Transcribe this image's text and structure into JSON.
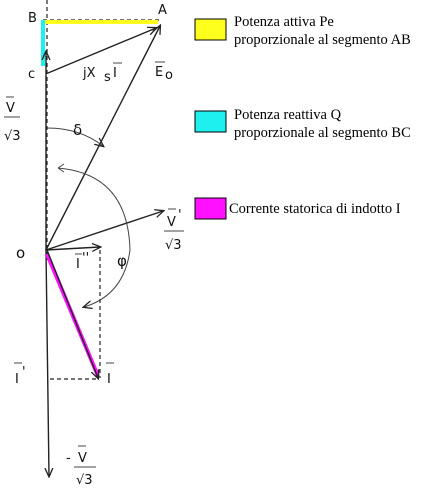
{
  "diagram": {
    "points": {
      "A": "A",
      "B": "B",
      "C": "c",
      "O": "o"
    },
    "vectors": {
      "E0": "E",
      "E0_sub": "o",
      "jXsI": "jX",
      "jXsI_sub": "s",
      "jXsI_tail": "I",
      "V_num": "V",
      "V_den": "√3",
      "V_right_num": "V",
      "V_right_den": "√3",
      "minus": "-",
      "V_neg_num": "V",
      "V_neg_den": "√3",
      "I": "I",
      "I_prime": "I",
      "I_prime_mark": "'",
      "I_second": "I",
      "I_second_mark": "''"
    },
    "angles": {
      "delta": "δ",
      "phi": "φ"
    }
  },
  "legend": [
    {
      "color": "#ffff1e",
      "line1": "Potenza attiva Pe",
      "line2": "proporzionale al segmento AB"
    },
    {
      "color": "#1ef0f0",
      "line1": "Potenza reattiva Q",
      "line2": "proporzionale al segmento BC"
    },
    {
      "color": "#ff10ff",
      "line1": "Corrente statorica di indotto I",
      "line2": ""
    }
  ]
}
